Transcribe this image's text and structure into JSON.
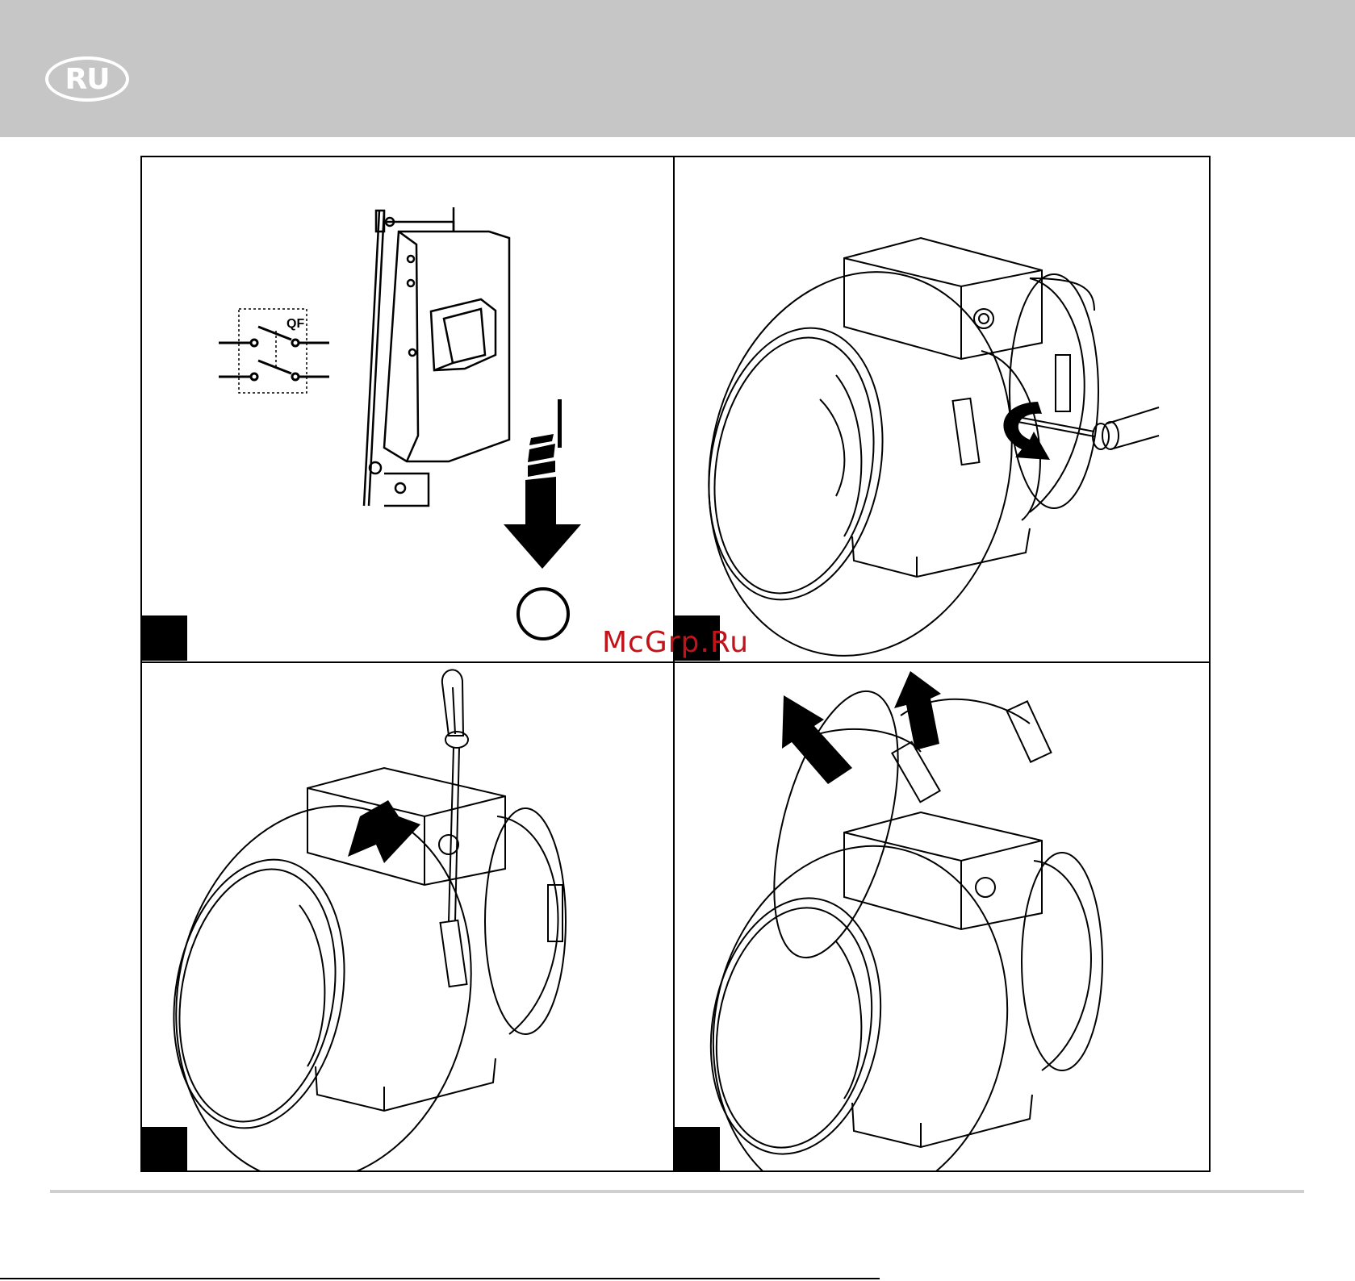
{
  "header": {
    "language_code": "RU",
    "background": "#c6c6c6"
  },
  "panels": [
    {
      "id": 1,
      "switch_label": "QF",
      "state_on": "I",
      "state_off": "O"
    },
    {
      "id": 2
    },
    {
      "id": 3
    },
    {
      "id": 4
    }
  ],
  "watermark": "McGrp.Ru",
  "colors": {
    "ink": "#000000",
    "watermark": "#c0131a",
    "rule": "#cfcfcf"
  }
}
